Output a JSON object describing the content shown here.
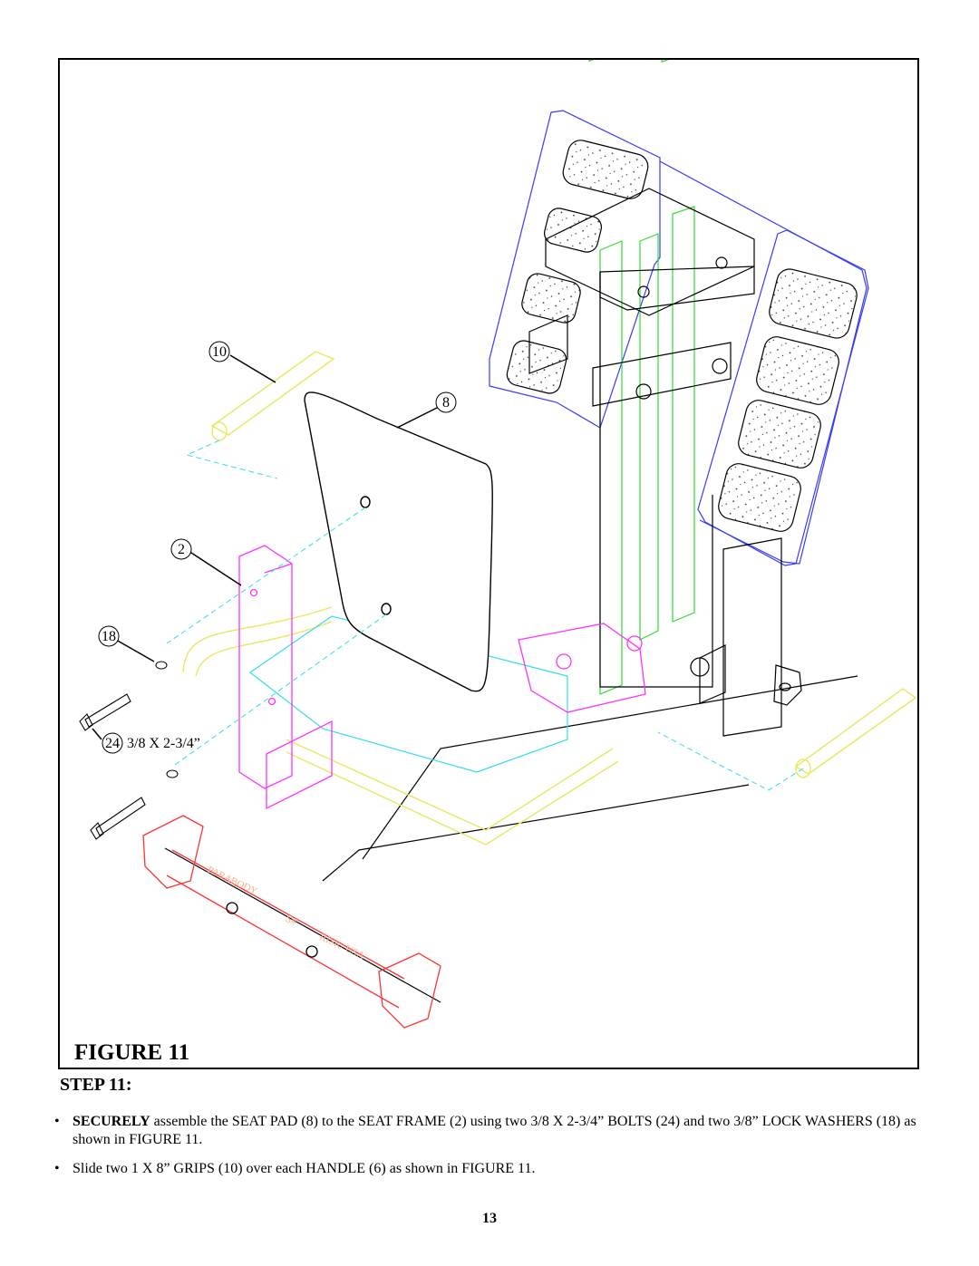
{
  "figure": {
    "caption": "FIGURE 11",
    "callouts": {
      "grip": "10",
      "seat_pad": "8",
      "seat_frame": "2",
      "lock_washer": "18",
      "bolt": "24",
      "bolt_size": "3/8 X 2-3/4”"
    },
    "base_decal": {
      "brand": "PARABODY",
      "logo": "S#",
      "origin": "RISK/ USA"
    },
    "colors": {
      "backrest": "#3a3aff",
      "seat_frame": "#ff33ff",
      "guide_rails": "#33dd33",
      "handle_grips": "#e8e860",
      "dashed_guides": "#33ddee",
      "base_end_caps": "#ff3333",
      "frame": "#000000"
    }
  },
  "step": {
    "heading": "STEP 11:",
    "instructions": [
      {
        "bullet": "•",
        "emphasis": "SECURELY",
        "text": " assemble the SEAT PAD (8) to the SEAT FRAME (2) using two 3/8 X 2-3/4” BOLTS (24) and two 3/8” LOCK WASHERS (18) as shown in FIGURE 11."
      },
      {
        "bullet": "•",
        "emphasis": "",
        "text": "Slide two 1 X 8” GRIPS (10) over each HANDLE (6) as shown in FIGURE 11."
      }
    ]
  },
  "page_number": "13"
}
